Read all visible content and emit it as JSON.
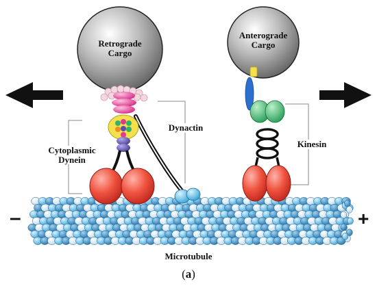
{
  "labels": {
    "retrograde_cargo_line1": "Retrograde",
    "retrograde_cargo_line2": "Cargo",
    "anterograde_cargo_line1": "Anterograde",
    "anterograde_cargo_line2": "Cargo",
    "cytoplasmic_dynein_line1": "Cytoplasmic",
    "cytoplasmic_dynein_line2": "Dynein",
    "dynactin": "Dynactin",
    "kinesin": "Kinesin",
    "microtubule": "Microtubule",
    "minus_end": "–",
    "plus_end": "+",
    "caption_open": "(",
    "caption_letter": "a",
    "caption_close": ")"
  },
  "icons": {
    "left_arrow": "left-arrow-icon",
    "right_arrow": "right-arrow-icon"
  },
  "colors": {
    "cargo": "#8a8a8a",
    "microtubule_light": "#cfe6f5",
    "microtubule_mid": "#5fb7e0",
    "microtubule_dark": "#2f7fb8",
    "motor_head": "#e8443a",
    "kinesin_neck": "#2fb36a",
    "dynactin_pink": "#e8358f",
    "dynein_purple": "#5b4fa8",
    "dynein_yellow": "#f3e04a",
    "kinesin_blue": "#2b6fcf",
    "dynactin_foot": "#4fbfe6"
  }
}
